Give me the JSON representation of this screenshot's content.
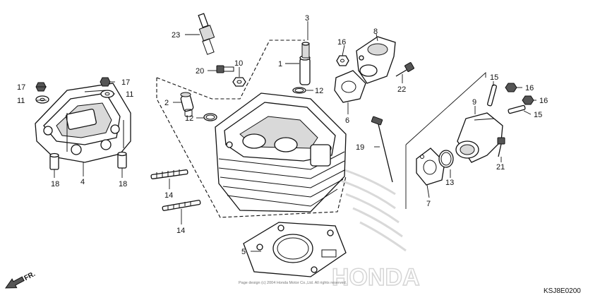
{
  "diagram": {
    "code": "KSJ8E0200",
    "copyright": "Page design (c) 2004 Honda Motor Co.,Ltd. All rights reserved.",
    "front_label": "FR.",
    "watermark": "HONDA",
    "callouts": [
      {
        "id": "c1",
        "label": "1"
      },
      {
        "id": "c2",
        "label": "2"
      },
      {
        "id": "c3",
        "label": "3"
      },
      {
        "id": "c4",
        "label": "4"
      },
      {
        "id": "c5",
        "label": "5"
      },
      {
        "id": "c6",
        "label": "6"
      },
      {
        "id": "c7",
        "label": "7"
      },
      {
        "id": "c8",
        "label": "8"
      },
      {
        "id": "c9",
        "label": "9"
      },
      {
        "id": "c10",
        "label": "10"
      },
      {
        "id": "c11a",
        "label": "11"
      },
      {
        "id": "c11b",
        "label": "11"
      },
      {
        "id": "c12a",
        "label": "12"
      },
      {
        "id": "c12b",
        "label": "12"
      },
      {
        "id": "c13",
        "label": "13"
      },
      {
        "id": "c14a",
        "label": "14"
      },
      {
        "id": "c14b",
        "label": "14"
      },
      {
        "id": "c15a",
        "label": "15"
      },
      {
        "id": "c15b",
        "label": "15"
      },
      {
        "id": "c16a",
        "label": "16"
      },
      {
        "id": "c16b",
        "label": "16"
      },
      {
        "id": "c16c",
        "label": "16"
      },
      {
        "id": "c17a",
        "label": "17"
      },
      {
        "id": "c17b",
        "label": "17"
      },
      {
        "id": "c18a",
        "label": "18"
      },
      {
        "id": "c18b",
        "label": "18"
      },
      {
        "id": "c19",
        "label": "19"
      },
      {
        "id": "c20",
        "label": "20"
      },
      {
        "id": "c21",
        "label": "21"
      },
      {
        "id": "c22",
        "label": "22"
      },
      {
        "id": "c23",
        "label": "23"
      }
    ]
  }
}
